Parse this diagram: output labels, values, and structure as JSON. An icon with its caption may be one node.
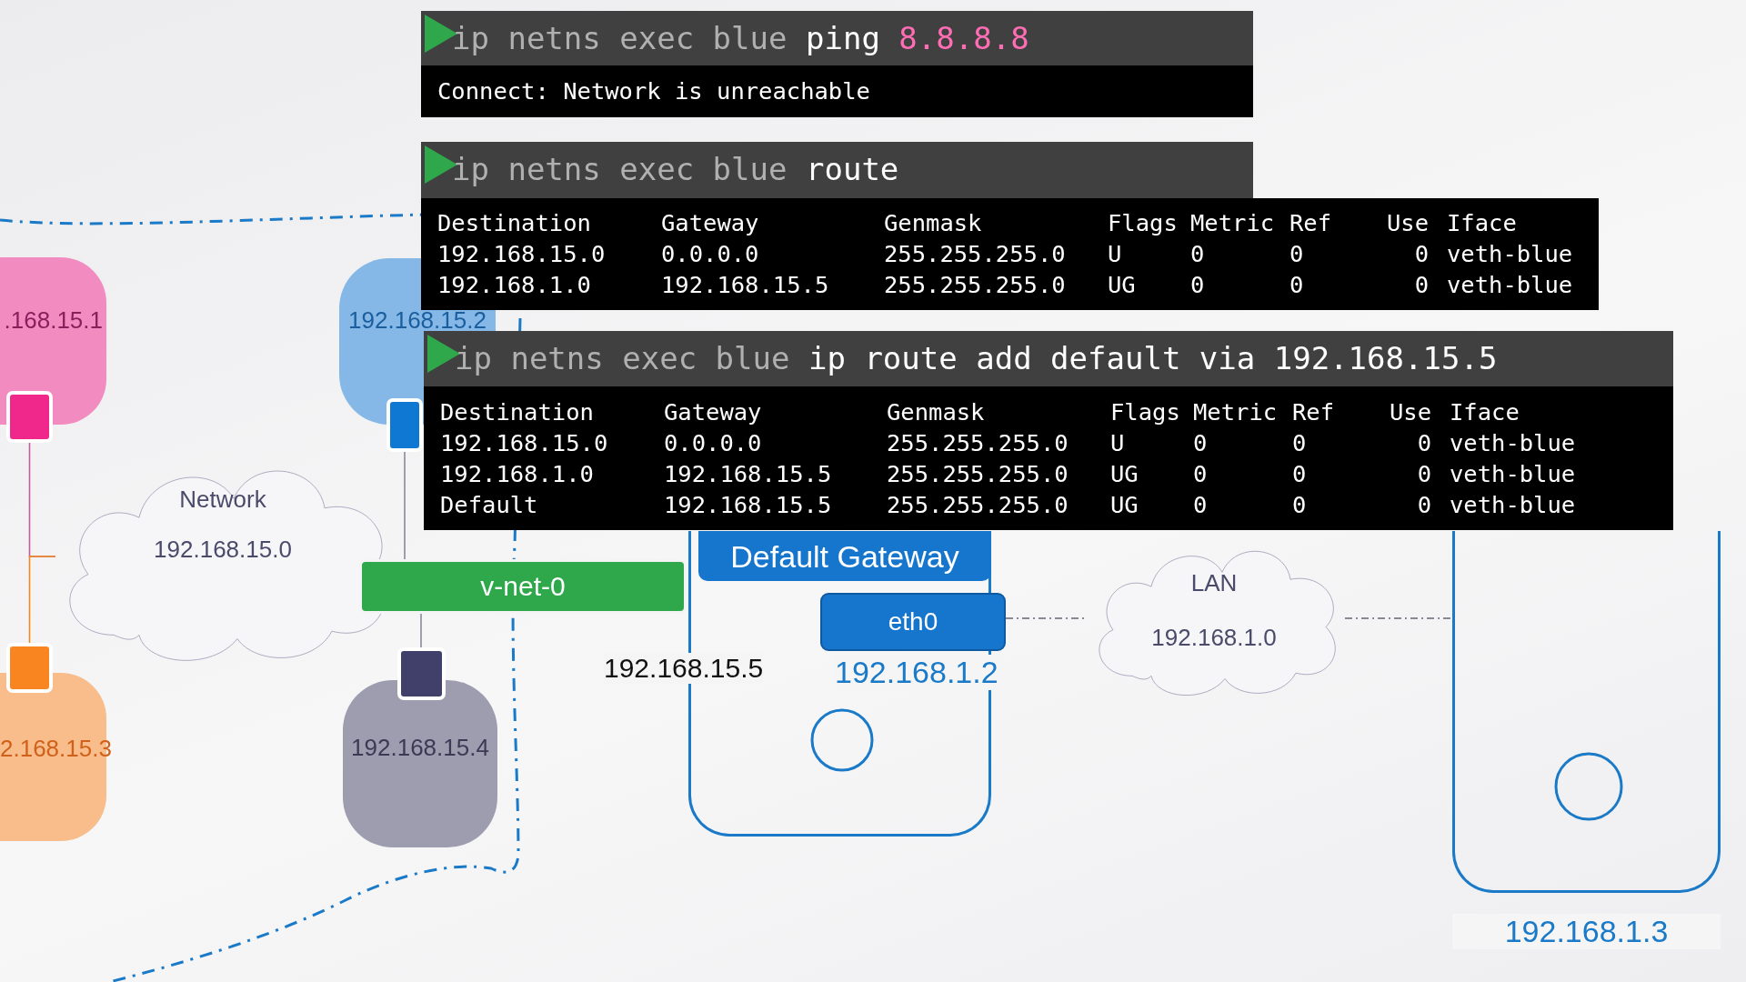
{
  "diagram": {
    "nodes": [
      {
        "text": [
          ".168.15.1"
        ]
      },
      {
        "text": [],
        "shape": "box"
      },
      {
        "text": [],
        "shape": "box"
      },
      {
        "text": [
          "2.168.15.3"
        ]
      },
      {
        "text": [
          "192.168.15.2"
        ]
      },
      {
        "text": [],
        "shape": "box"
      },
      {
        "text": [
          "Network",
          "192.168.15.0"
        ]
      },
      {
        "text": [
          "v-net-0"
        ]
      },
      {
        "text": [],
        "shape": "box"
      },
      {
        "text": [
          "192.168.15.4"
        ]
      },
      {
        "text": [],
        "shape": "box"
      },
      {
        "text": [
          "Default Gateway"
        ],
        "in": 10
      },
      {
        "text": [
          "eth0"
        ],
        "beside": [
          "192.168.1.2"
        ]
      },
      {
        "text": [
          "LAN",
          "192.168.1.0"
        ]
      },
      {
        "text": [],
        "shape": "box",
        "beside": [
          "192.168.1.3"
        ]
      }
    ],
    "edges": [
      {
        "from": 1,
        "to": 6,
        "arrow": "none",
        "color": "#c45ca0"
      },
      {
        "from": 2,
        "to": 6,
        "arrow": "none",
        "color": "#f08a20"
      },
      {
        "from": 5,
        "to": 7,
        "arrow": "none"
      },
      {
        "from": 7,
        "to": 8,
        "arrow": "none"
      },
      {
        "from": 12,
        "to": 13,
        "arrow": "none",
        "style": "dashed"
      },
      {
        "from": 13,
        "to": 14,
        "arrow": "none",
        "style": "dashed"
      }
    ],
    "labels": [
      "ip netns exec blue",
      "ping",
      "8.8.8.8",
      "Connect: Network is unreachable",
      "ip netns exec blue",
      "route",
      "Destination",
      "Gateway",
      "Genmask",
      "Flags",
      "Metric",
      "Ref",
      "Use",
      "Iface",
      "192.168.15.0",
      "0.0.0.0",
      "255.255.255.0",
      "U",
      "0",
      "0",
      "0",
      "veth-blue",
      "192.168.1.0",
      "192.168.15.5",
      "255.255.255.0",
      "UG",
      "0",
      "0",
      "0",
      "veth-blue",
      "ip netns exec blue",
      "ip route add default via 192.168.15.5",
      "Destination",
      "Gateway",
      "Genmask",
      "Flags",
      "Metric",
      "Ref",
      "Use",
      "Iface",
      "192.168.15.0",
      "0.0.0.0",
      "255.255.255.0",
      "U",
      "0",
      "0",
      "0",
      "veth-blue",
      "192.168.1.0",
      "192.168.15.5",
      "255.255.255.0",
      "UG",
      "0",
      "0",
      "0",
      "veth-blue",
      "Default",
      "192.168.15.5",
      "255.255.255.0",
      "UG",
      "0",
      "0",
      "0",
      "veth-blue",
      "192.168.15.5"
    ]
  }
}
